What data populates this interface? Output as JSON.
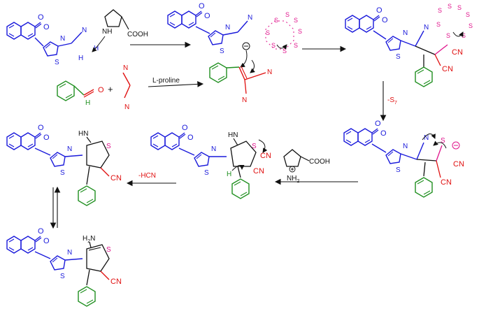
{
  "colors": {
    "blue": "#1a1adb",
    "green": "#1f8f1f",
    "red": "#e01010",
    "magenta": "#e0148c",
    "black": "#111111"
  },
  "labels": {
    "cooh_top": "COOH",
    "nh_top": "NH",
    "cn": "CN",
    "n": "N",
    "s": "S",
    "o": "O",
    "h": "H",
    "l_proline": "L-proline",
    "minus_s7": "-S",
    "minus_s7_sub": "7",
    "minus_hcn": "-HCN",
    "imine": "HN",
    "amine": "H",
    "amine_sub": "2",
    "amine_n": "N",
    "nh2_plus": "H",
    "nh2_plus_sub": "2",
    "cooh_mid": "COOH",
    "plus": "+"
  },
  "icons": [
    "curved-arrow-icon",
    "reaction-arrow-icon",
    "equilibrium-arrow-icon",
    "s8-ring-icon"
  ]
}
